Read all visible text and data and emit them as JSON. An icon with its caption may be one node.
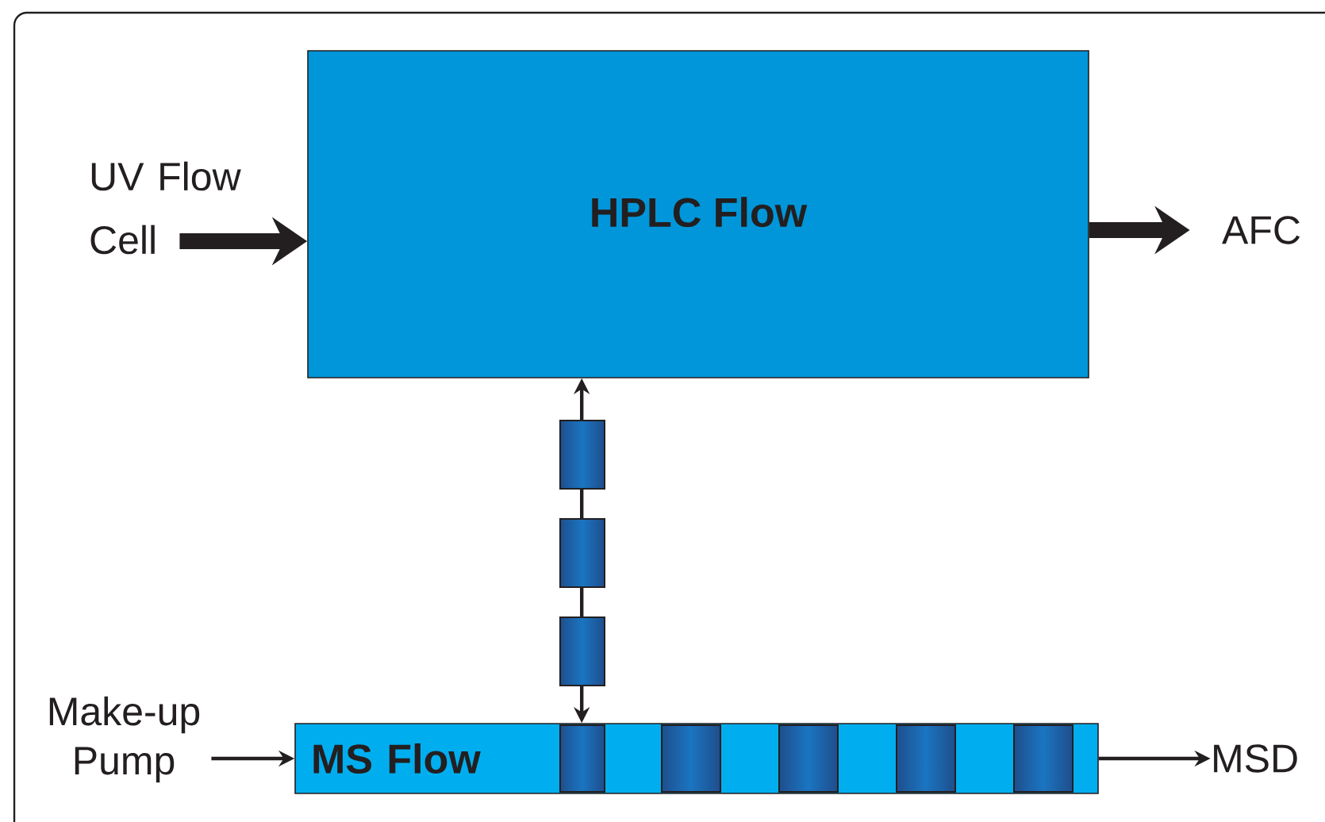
{
  "diagram": {
    "nodes": [
      {
        "text": [
          "HPLC Flow"
        ]
      },
      {
        "text": [
          "MS Flow"
        ]
      },
      {
        "text": [
          "UV Flow Cell"
        ]
      },
      {
        "text": [
          "AFC"
        ]
      },
      {
        "text": [
          "Make-up Pump"
        ]
      },
      {
        "text": [
          "MSD"
        ]
      }
    ],
    "edges": [
      {
        "from": 2,
        "to": 0,
        "arrow": "to",
        "style": "thick"
      },
      {
        "from": 0,
        "to": 3,
        "arrow": "to",
        "style": "thick"
      },
      {
        "from": 4,
        "to": 1,
        "arrow": "to"
      },
      {
        "from": 1,
        "to": 5,
        "arrow": "to"
      },
      {
        "from": 1,
        "to": 0,
        "arrow": "both"
      }
    ]
  }
}
